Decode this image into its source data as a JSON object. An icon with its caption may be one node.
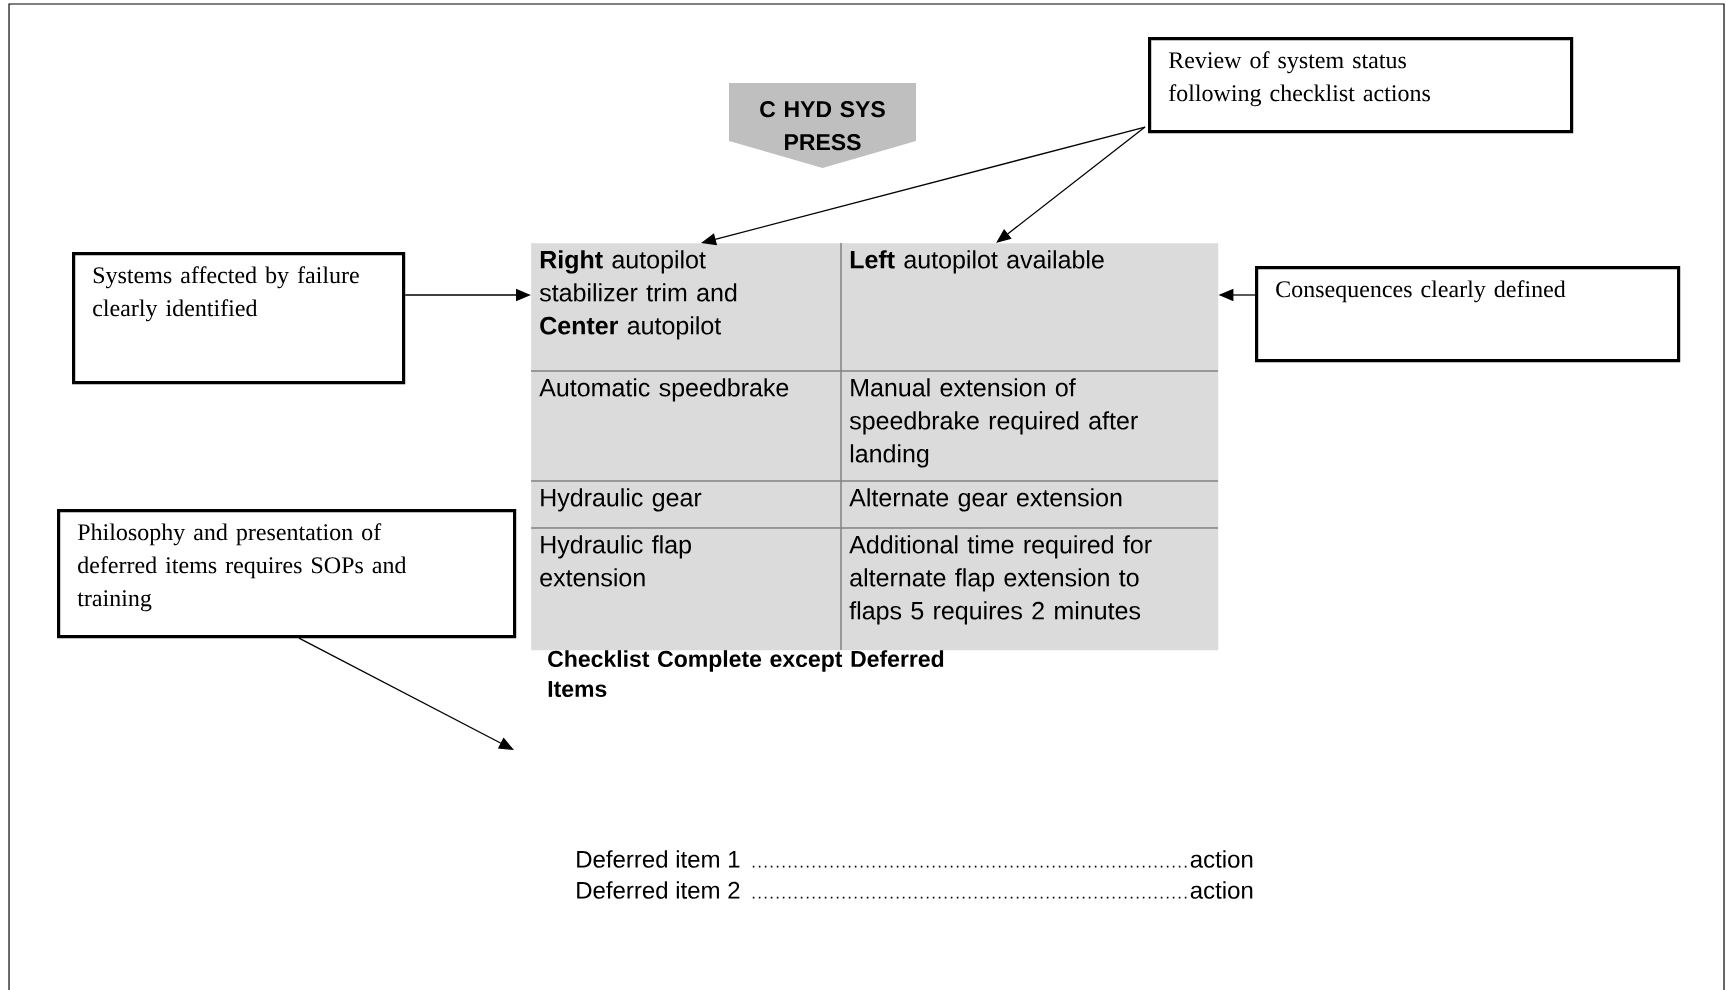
{
  "diagram": {
    "nodes": [
      {
        "text": [
          "Review of system status following checklist actions"
        ]
      },
      {
        "text": [
          "C HYD SYS PRESS"
        ]
      },
      {
        "text": [
          "Systems affected by failure clearly identified"
        ]
      },
      {
        "text": [
          "**Right** autopilot stabilizer trim and **Center** autopilot"
        ]
      },
      {
        "text": [
          "**Left** autopilot available"
        ]
      },
      {
        "text": [
          "Automatic speedbrake"
        ]
      },
      {
        "text": [
          "Manual extension of speedbrake required after landing"
        ]
      },
      {
        "text": [
          "Hydraulic gear"
        ]
      },
      {
        "text": [
          "Alternate gear extension"
        ]
      },
      {
        "text": [
          "Hydraulic flap extension"
        ]
      },
      {
        "text": [
          "Additional time required for alternate flap extension to flaps 5 requires 2 minutes"
        ]
      },
      {
        "text": [
          "Consequences clearly defined"
        ]
      },
      {
        "text": [
          "Philosophy and presentation of deferred items requires SOPs and training"
        ]
      }
    ],
    "edges": [
      {
        "from": 0,
        "to": 3,
        "arrow": "to"
      },
      {
        "from": 0,
        "to": 4,
        "arrow": "to"
      },
      {
        "from": 2,
        "to": 3,
        "arrow": "to"
      },
      {
        "from": 11,
        "to": 4,
        "arrow": "to"
      },
      {
        "from": 12,
        "to": null,
        "arrow": "to"
      }
    ],
    "labels": [
      "Checklist Complete except Deferred Items",
      "Deferred item 1",
      "action",
      "Deferred item 2",
      "action"
    ]
  }
}
